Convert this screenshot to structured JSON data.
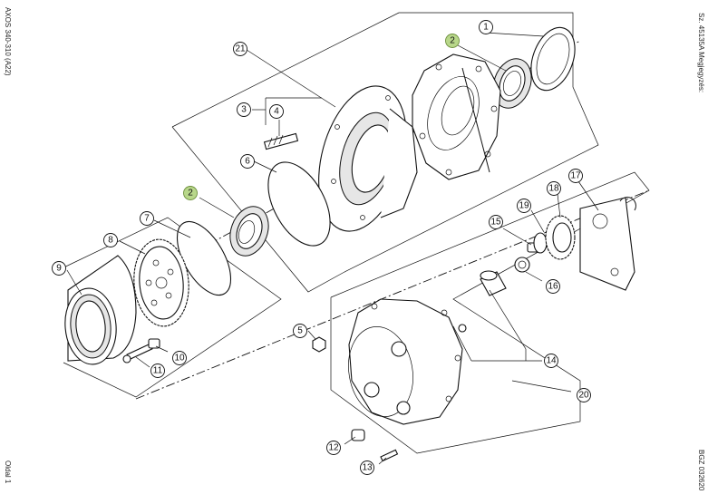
{
  "margins": {
    "left_top": "AXOS 340-310 (A22)",
    "left_bottom": "Oldal 1",
    "right_top": "Sz. 45135A   Megjegyzés:",
    "right_bottom": "BGZ 032620"
  },
  "colors": {
    "highlight_fill": "#b8d78a",
    "highlight_stroke": "#6d8f3c",
    "line": "#111111"
  },
  "callouts": [
    {
      "id": "1",
      "label": "1",
      "highlighted": false
    },
    {
      "id": "2a",
      "label": "2",
      "highlighted": true
    },
    {
      "id": "2b",
      "label": "2",
      "highlighted": true
    },
    {
      "id": "3",
      "label": "3",
      "highlighted": false
    },
    {
      "id": "4",
      "label": "4",
      "highlighted": false
    },
    {
      "id": "5",
      "label": "5",
      "highlighted": false
    },
    {
      "id": "6",
      "label": "6",
      "highlighted": false
    },
    {
      "id": "7",
      "label": "7",
      "highlighted": false
    },
    {
      "id": "8",
      "label": "8",
      "highlighted": false
    },
    {
      "id": "9",
      "label": "9",
      "highlighted": false
    },
    {
      "id": "10",
      "label": "10",
      "highlighted": false
    },
    {
      "id": "11",
      "label": "11",
      "highlighted": false
    },
    {
      "id": "12",
      "label": "12",
      "highlighted": false
    },
    {
      "id": "13",
      "label": "13",
      "highlighted": false
    },
    {
      "id": "14",
      "label": "14",
      "highlighted": false
    },
    {
      "id": "15",
      "label": "15",
      "highlighted": false
    },
    {
      "id": "16",
      "label": "16",
      "highlighted": false
    },
    {
      "id": "17",
      "label": "17",
      "highlighted": false
    },
    {
      "id": "18",
      "label": "18",
      "highlighted": false
    },
    {
      "id": "19",
      "label": "19",
      "highlighted": false
    },
    {
      "id": "20",
      "label": "20",
      "highlighted": false
    },
    {
      "id": "21",
      "label": "21",
      "highlighted": false
    }
  ]
}
